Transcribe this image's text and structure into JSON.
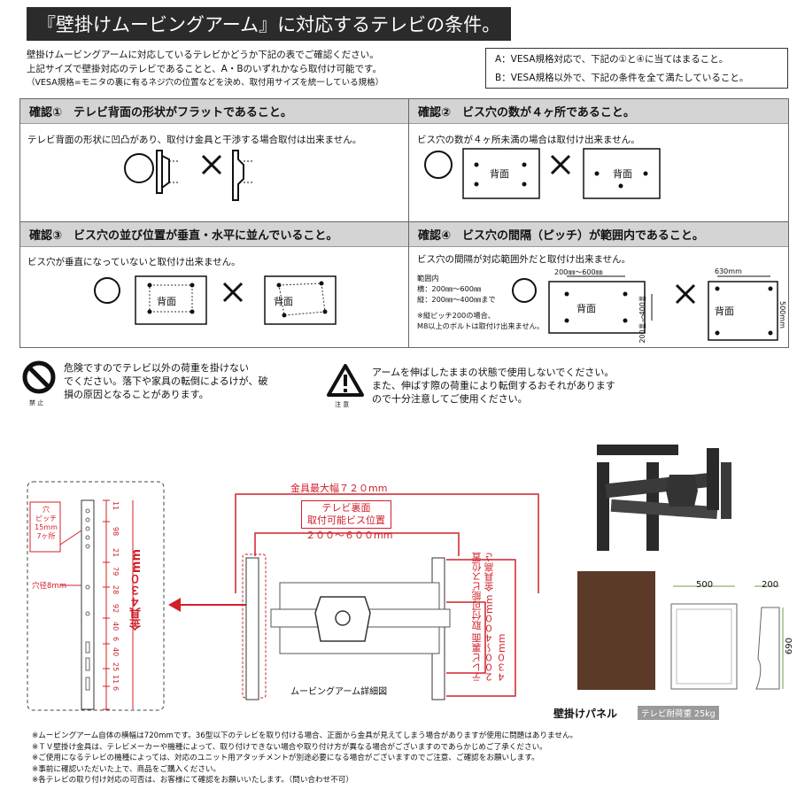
{
  "title": "『壁掛けムービングアーム』に対応するテレビの条件。",
  "intro": {
    "line1": "壁掛けムービングアームに対応しているテレビかどうか下記の表でご確認ください。",
    "line2": "上記サイズで壁掛対応のテレビであることと、A・Bのいずれかなら取付け可能です。",
    "line3": "（VESA規格=モニタの裏に有るネジ穴の位置などを決め、取付用サイズを統一している規格）"
  },
  "vesa": {
    "a": "A：VESA規格対応で、下記の①と④に当てはまること。",
    "b": "B：VESA規格以外で、下記の条件を全て満たしていること。"
  },
  "checks": {
    "c1": {
      "head": "確認①　テレビ背面の形状がフラットであること。",
      "text": "テレビ背面の形状に凹凸があり、取付け金具と干渉する場合取付は出来ません。"
    },
    "c2": {
      "head": "確認②　ビス穴の数が４ヶ所であること。",
      "text": "ビス穴の数が４ヶ所未満の場合は取付け出来ません。"
    },
    "c3": {
      "head": "確認③　ビス穴の並び位置が垂直・水平に並んでいること。",
      "text": "ビス穴が垂直になっていないと取付け出来ません。"
    },
    "c4": {
      "head": "確認④　ビス穴の間隔（ピッチ）が範囲内であること。",
      "text": "ビス穴の間隔が対応範囲外だと取付け出来ません。"
    }
  },
  "back_label": "背面",
  "range": {
    "title": "範囲内",
    "h": "横：200㎜～600㎜",
    "v": "縦：200㎜～400㎜まで",
    "note1": "※縦ピッチ200の場合、",
    "note2": "M8以上のボルトは取付け出来ません。",
    "dim_h": "200㎜～600㎜",
    "dim_v": "200㎜～400㎜",
    "dim_630": "630mm",
    "dim_500": "500mm"
  },
  "warnings": {
    "prohibit_label": "禁 止",
    "prohibit_text": [
      "危険ですのでテレビ以外の荷重を掛けない",
      "でください。落下や家具の転倒によるけが、破",
      "損の原因となることがあります。"
    ],
    "caution_label": "注 意",
    "caution_text": [
      "アームを伸ばしたままの状態で使用しないでください。",
      "また、伸ばす際の荷重により転倒するおそれがあります",
      "ので十分注意してご使用ください。"
    ]
  },
  "diagram": {
    "pitch_note": [
      "穴",
      "ピッチ",
      "15mm",
      "7ヶ所"
    ],
    "hole_dia": "穴径8mm",
    "ticks": [
      "11",
      "98",
      "21",
      "79",
      "28",
      "92",
      "40",
      "6",
      "40",
      "25",
      "11",
      "6"
    ],
    "height_label": "金具４３０mm",
    "max_width": "金具最大幅７２０mm",
    "tv_back_label": [
      "テレビ裏面",
      "取付可能ビス位置"
    ],
    "tv_back_range": "２００～６００mm",
    "v_range_label": [
      "テレビ裏面",
      "取付可能ビス位置",
      "２００～４００mm",
      "金具高さ４３０mm"
    ],
    "caption": "ムービングアーム詳細図"
  },
  "panel": {
    "w": "500",
    "d": "200",
    "h": "690",
    "caption": "壁掛けパネル",
    "load": "テレビ耐荷重 25kg"
  },
  "footnotes": [
    "※ムービングアーム自体の横幅は720mmです。36型以下のテレビを取り付ける場合、正面から金具が見えてしまう場合がありますが使用に問題はありません。",
    "※ＴＶ壁掛け金具は、テレビメーカーや機種によって、取り付けできない場合や取り付け方が異なる場合がございますのであらかじめご了承ください。",
    "※ご使用になるテレビの機種によっては、対応のユニット用アタッチメントが別途必要になる場合がございますのでご注意、ご確認をお願いします。",
    "※事前に確認いただいた上で、商品をご購入ください。",
    "※各テレビの取り付け対応の可否は、お客様にて確認をお願いいたします。（問い合わせ不可）"
  ]
}
